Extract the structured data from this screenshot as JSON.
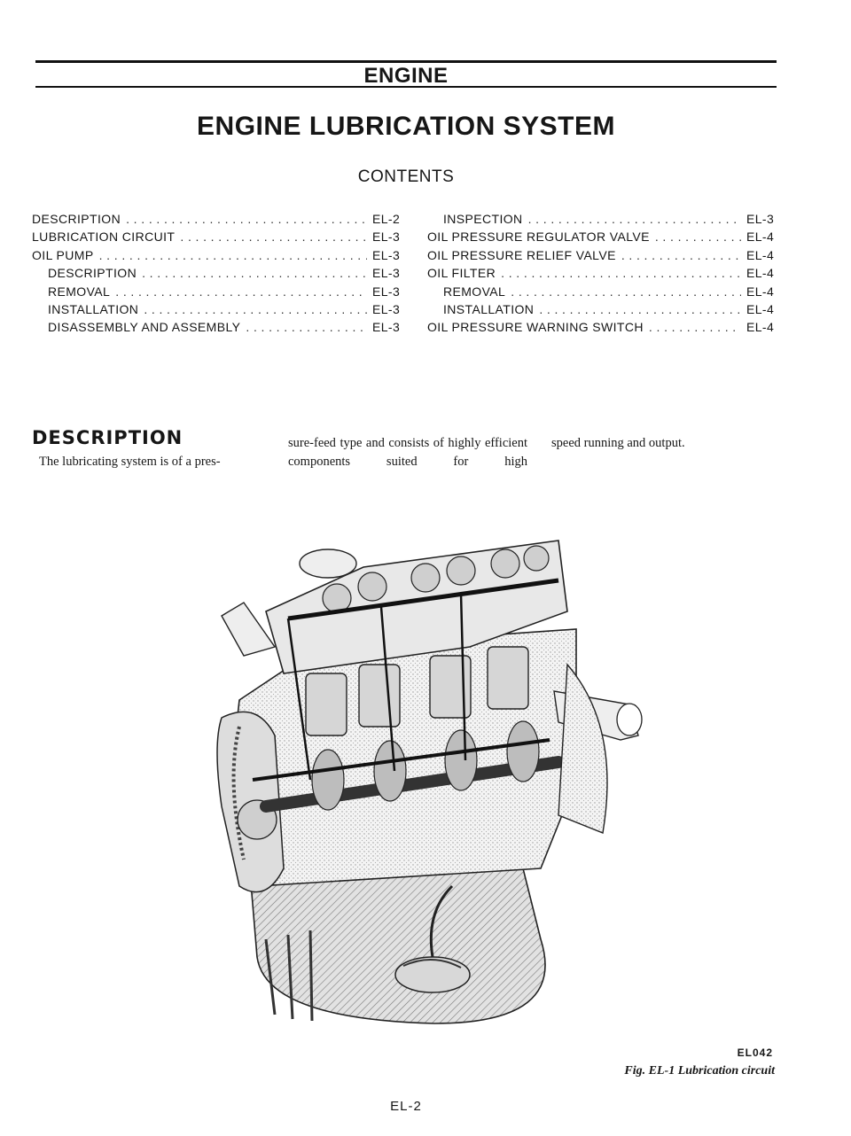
{
  "header": {
    "section": "ENGINE",
    "title": "ENGINE LUBRICATION SYSTEM",
    "contents_heading": "CONTENTS"
  },
  "toc": {
    "left": [
      {
        "label": "DESCRIPTION",
        "page": "EL-2",
        "indent": false
      },
      {
        "label": "LUBRICATION CIRCUIT",
        "page": "EL-3",
        "indent": false
      },
      {
        "label": "OIL PUMP",
        "page": "EL-3",
        "indent": false
      },
      {
        "label": "DESCRIPTION",
        "page": "EL-3",
        "indent": true
      },
      {
        "label": "REMOVAL",
        "page": "EL-3",
        "indent": true
      },
      {
        "label": "INSTALLATION",
        "page": "EL-3",
        "indent": true
      },
      {
        "label": "DISASSEMBLY AND ASSEMBLY",
        "page": "EL-3",
        "indent": true
      }
    ],
    "right": [
      {
        "label": "INSPECTION",
        "page": "EL-3",
        "indent": true
      },
      {
        "label": "OIL PRESSURE REGULATOR VALVE",
        "page": "EL-4",
        "indent": false
      },
      {
        "label": "OIL PRESSURE RELIEF VALVE",
        "page": "EL-4",
        "indent": false
      },
      {
        "label": "OIL FILTER",
        "page": "EL-4",
        "indent": false
      },
      {
        "label": "REMOVAL",
        "page": "EL-4",
        "indent": true
      },
      {
        "label": "INSTALLATION",
        "page": "EL-4",
        "indent": true
      },
      {
        "label": "OIL PRESSURE WARNING SWITCH",
        "page": "EL-4",
        "indent": false
      }
    ]
  },
  "description": {
    "heading": "DESCRIPTION",
    "col1": "The lubricating system is of a pres-",
    "col2": "sure-feed type and consists of highly efficient components suited for high",
    "col3": "speed running and output."
  },
  "figure": {
    "code": "EL042",
    "caption": "Fig. EL-1 Lubrication circuit"
  },
  "footer": {
    "page_number": "EL-2"
  }
}
